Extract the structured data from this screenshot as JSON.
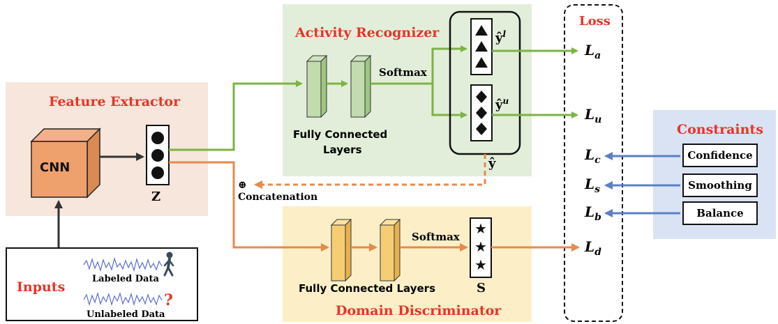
{
  "feature_extractor": {
    "title": "Feature Extractor",
    "cnn_label": "CNN",
    "z_label": "Z"
  },
  "activity_recognizer": {
    "title": "Activity Recognizer",
    "fc_label_line1": "Fully Connected",
    "fc_label_line2": "Layers",
    "softmax_label": "Softmax",
    "y_l": "ŷ",
    "y_l_sup": "l",
    "y_u": "ŷ",
    "y_u_sup": "u",
    "y_hat": "ŷ"
  },
  "domain_discriminator": {
    "title": "Domain Discriminator",
    "fc_label": "Fully Connected Layers",
    "softmax_label": "Softmax",
    "s_label": "S"
  },
  "concat": {
    "symbol": "⊕",
    "label": "Concatenation"
  },
  "loss": {
    "title": "Loss",
    "terms": [
      {
        "main": "L",
        "sub": "a"
      },
      {
        "main": "L",
        "sub": "u"
      },
      {
        "main": "L",
        "sub": "c"
      },
      {
        "main": "L",
        "sub": "s"
      },
      {
        "main": "L",
        "sub": "b"
      },
      {
        "main": "L",
        "sub": "d"
      }
    ]
  },
  "constraints": {
    "title": "Constraints",
    "items": [
      "Confidence",
      "Smoothing",
      "Balance"
    ]
  },
  "inputs": {
    "title": "Inputs",
    "labeled": "Labeled Data",
    "unlabeled": "Unlabeled Data",
    "question_mark": "?"
  },
  "colors": {
    "green": "#7cb342",
    "orange": "#e8894b",
    "blue": "#5a7fc7",
    "red_title": "#e8332a"
  }
}
